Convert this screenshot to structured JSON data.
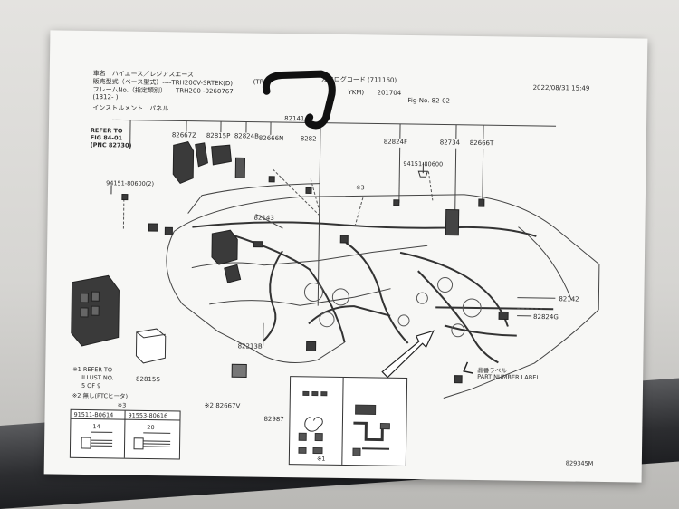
{
  "header": {
    "vehicle": "車名　ハイエース／レジアスエース",
    "model_line": "販売型式（ベース型式）----TRH200V-SRTEK(D)",
    "frame_line": "フレームNo.（指定類別）----TRH200 -0260767",
    "period": "(1312-      )",
    "catalog_code": "カタログコード (711160)",
    "date": "2022/08/31 15:49",
    "code_fragment": "(TRH",
    "fig_code": "201704",
    "fig_no": "Fig-No.  82-02",
    "ykm": "YKM)",
    "section": "インストルメント　パネル"
  },
  "refer_top": [
    "REFER TO",
    "FIG 84-01",
    "(PNC 82730)"
  ],
  "parts": {
    "p82141": "82141",
    "p82667z": "82667Z",
    "p82815p": "82815P",
    "p82824b": "82824B",
    "p82666n": "82666N",
    "p82824f": "82824F",
    "p82734": "82734",
    "p82666t": "82666T",
    "bolt_left": "94151-80600(2)",
    "bolt_right": "94151-80600",
    "note_mark": "※3",
    "p82143": "82143",
    "p82142": "82142",
    "p82824g": "82824G",
    "p82213b": "82213B",
    "p82815s": "82815S",
    "p82667v": "※2 82667V",
    "p82987": "82987",
    "p82824": "8282",
    "label_jp": "品番ラベル",
    "label_en": "PART NUMBER LABEL",
    "inset_mark": "※1",
    "illust_no": "829345M"
  },
  "notes": [
    "※1 REFER TO",
    "ILLUST NO.",
    "5 OF 9",
    "※2 無し(PTCヒータ)"
  ],
  "fastener_table": {
    "title": "※3",
    "col1": "91511-B0614",
    "col2": "91553-80616",
    "len1": "14",
    "len2": "20"
  },
  "colors": {
    "paper": "#f7f7f5",
    "ink": "#2a2a2a",
    "marker": "#111111"
  },
  "icons": [
    "bolt-icon",
    "connector-icon",
    "arrow-icon",
    "circle-marker"
  ]
}
